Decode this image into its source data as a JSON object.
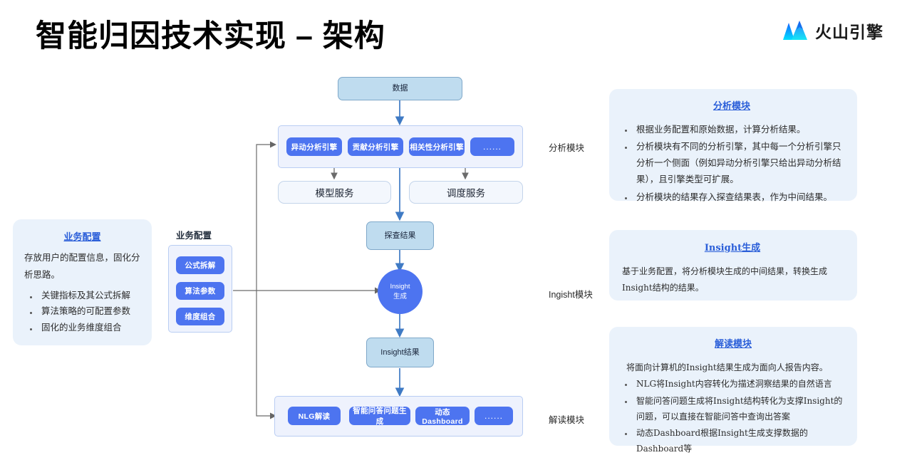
{
  "header": {
    "title": "智能归因技术实现 – 架构",
    "brand_name": "火山引擎",
    "brand_icon": "volcano-mountain-icon",
    "brand_colors": [
      "#00d2ff",
      "#0a63f5",
      "#1664ff"
    ]
  },
  "diagram": {
    "data_node": "数据",
    "analysis_group": {
      "engines": [
        "异动分析引擎",
        "贡献分析引擎",
        "相关性分析引擎",
        "......"
      ]
    },
    "services": [
      "模型服务",
      "调度服务"
    ],
    "explore_result": "探查结果",
    "insight_circle": {
      "line1": "Insight",
      "line2": "生成"
    },
    "insight_result": "Insight结果",
    "interpret_group": {
      "items": [
        "NLG解读",
        "智能问答问题生成",
        "动态Dashboard",
        "......"
      ]
    },
    "biz_column": {
      "label": "业务配置",
      "items": [
        "公式拆解",
        "算法参数",
        "维度组合"
      ]
    },
    "side_labels": [
      "分析模块",
      "Ingisht模块",
      "解读模块"
    ]
  },
  "cards": {
    "biz_config": {
      "title": "业务配置",
      "paragraph": "存放用户的配置信息，固化分析思路。",
      "bullets": [
        "关键指标及其公式拆解",
        "算法策略的可配置参数",
        "固化的业务维度组合"
      ]
    },
    "analysis": {
      "title": "分析模块",
      "bullets": [
        "根据业务配置和原始数据，计算分析结果。",
        "分析模块有不同的分析引擎，其中每一个分析引擎只分析一个侧面（例如异动分析引擎只给出异动分析结果），且引擎类型可扩展。",
        "分析模块的结果存入探查结果表，作为中间结果。"
      ]
    },
    "insight": {
      "title": "Insight生成",
      "paragraph": "基于业务配置，将分析模块生成的中间结果，转换生成Insight结构的结果。"
    },
    "interpret": {
      "title": "解读模块",
      "paragraph": "将面向计算机的Insight结果生成为面向人报告内容。",
      "bullets": [
        "NLG将Insight内容转化为描述洞察结果的自然语言",
        "智能问答问题生成将Insight结构转化为支撑Insight的问题，可以直接在智能问答中查询出答案",
        "动态Dashboard根据Insight生成支撑数据的Dashboard等"
      ]
    }
  },
  "colors": {
    "accent_blue": "#4d74f0",
    "light_blue_node": "#bfdcef",
    "group_bg": "#eef2fd",
    "card_bg": "#eaf2fb",
    "title_blue": "#2b5fd9",
    "arrow_blue": "#3f7ac4",
    "arrow_gray": "#7b7b7b"
  }
}
